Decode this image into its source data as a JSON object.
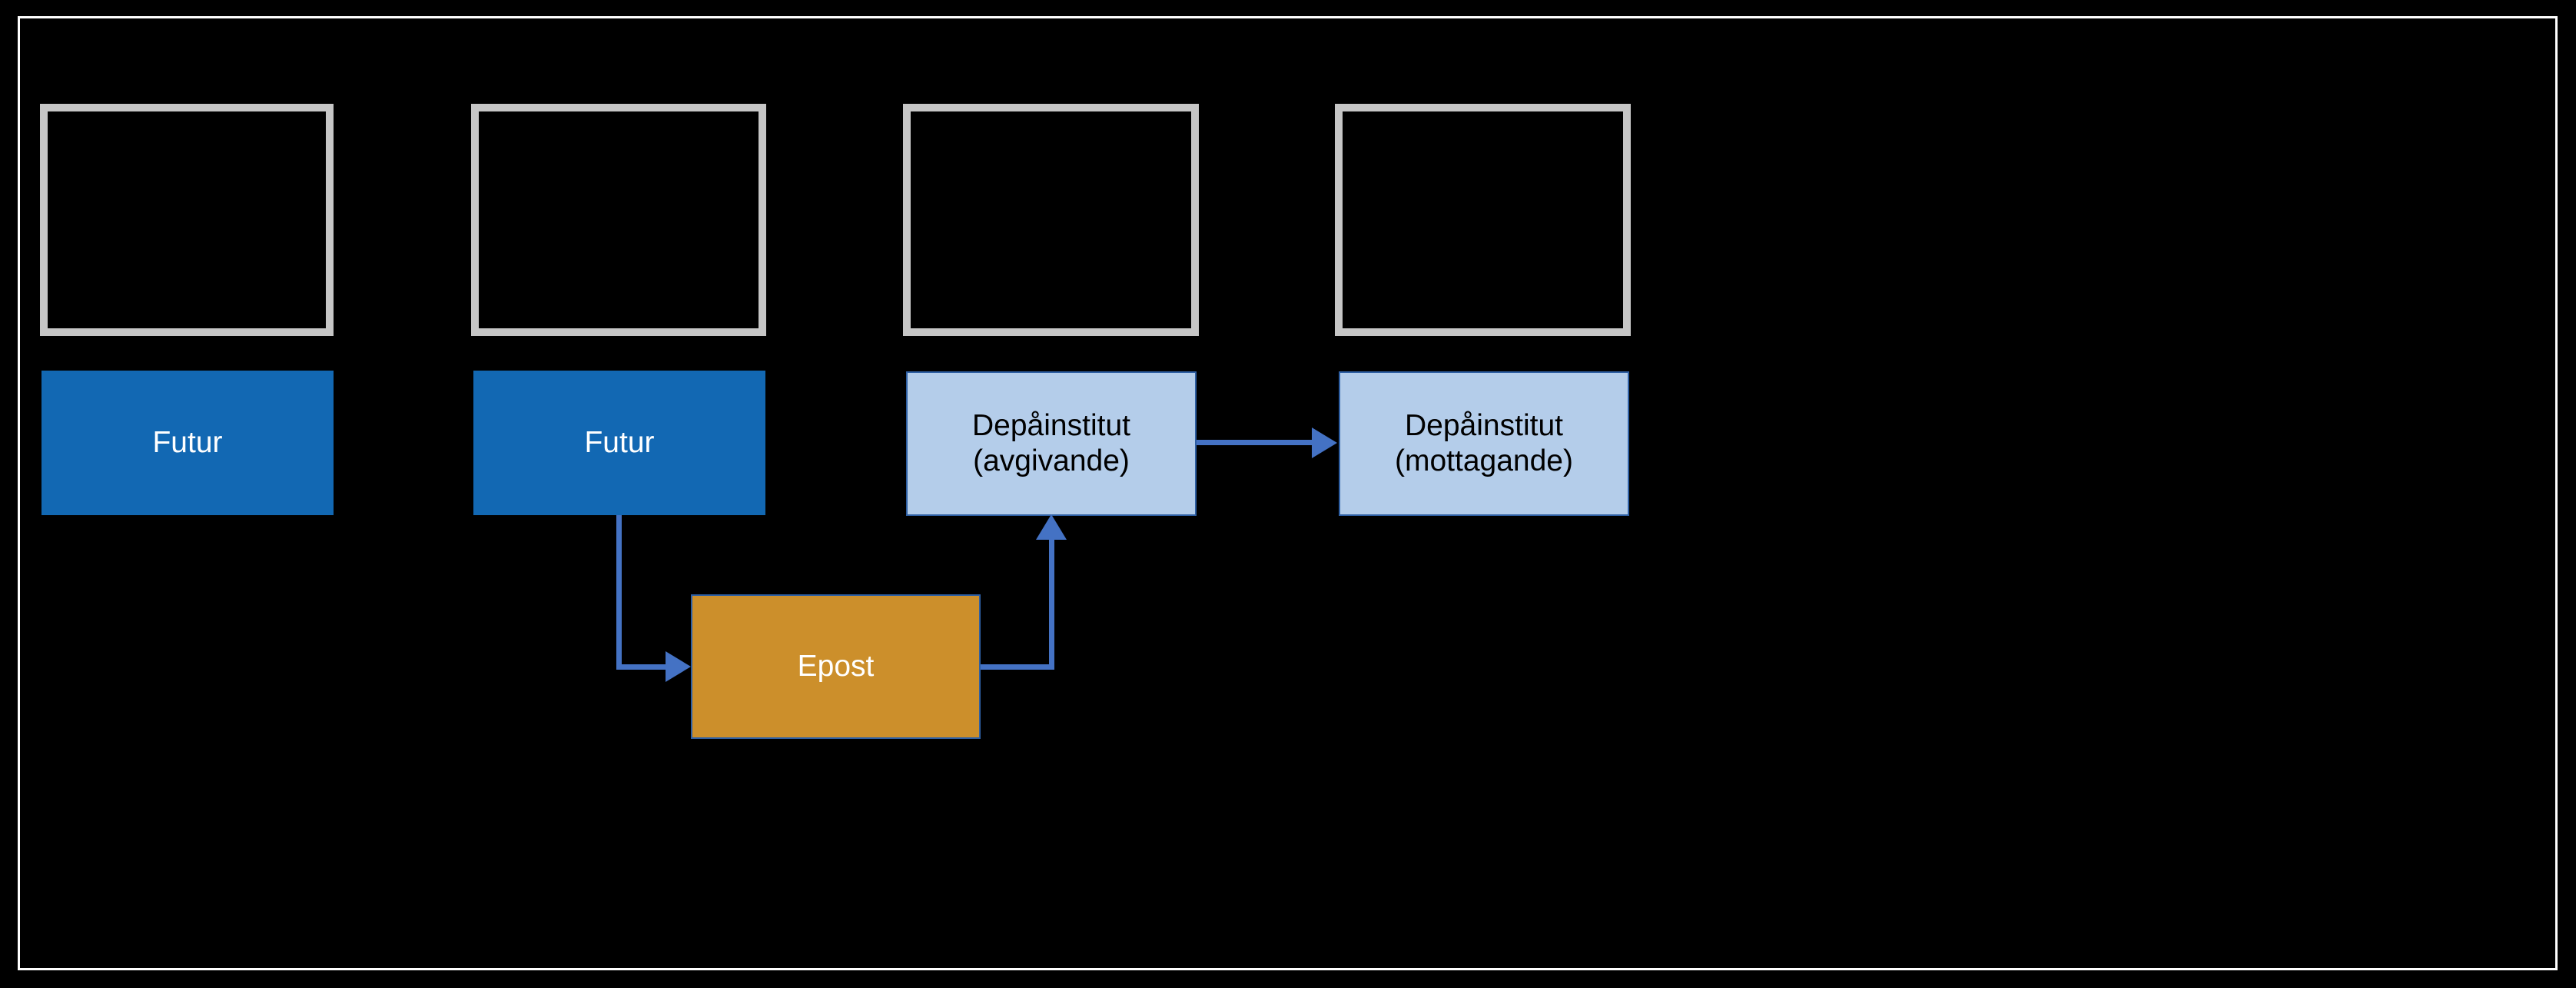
{
  "diagram": {
    "background_color": "#000000",
    "frame_color": "#ffffff",
    "title": "",
    "palette": {
      "futur_fill": "#1268b3",
      "depa_fill": "#b4cdea",
      "epost_fill": "#cc8f2b",
      "connector": "#4472c4",
      "placeholder_border": "#c6c6c6",
      "white_text": "#ffffff",
      "black_text": "#000000"
    },
    "placeholders": [
      {
        "name": "placeholder-1",
        "label": ""
      },
      {
        "name": "placeholder-2",
        "label": ""
      },
      {
        "name": "placeholder-3",
        "label": ""
      },
      {
        "name": "placeholder-4",
        "label": ""
      }
    ],
    "nodes": [
      {
        "id": "futur-1",
        "label": "Futur"
      },
      {
        "id": "futur-2",
        "label": "Futur"
      },
      {
        "id": "depa-avgivande",
        "label": "Depåinstitut\n(avgivande)"
      },
      {
        "id": "depa-mottagande",
        "label": "Depåinstitut\n(mottagande)"
      },
      {
        "id": "epost",
        "label": "Epost"
      }
    ],
    "connectors": [
      {
        "id": "futur2-to-epost",
        "from": "futur-2",
        "to": "epost",
        "label": ""
      },
      {
        "id": "epost-to-depa-avgivande",
        "from": "epost",
        "to": "depa-avgivande",
        "label": ""
      },
      {
        "id": "depa-avgivande-to-depa-mottagande",
        "from": "depa-avgivande",
        "to": "depa-mottagande",
        "label": ""
      }
    ]
  }
}
